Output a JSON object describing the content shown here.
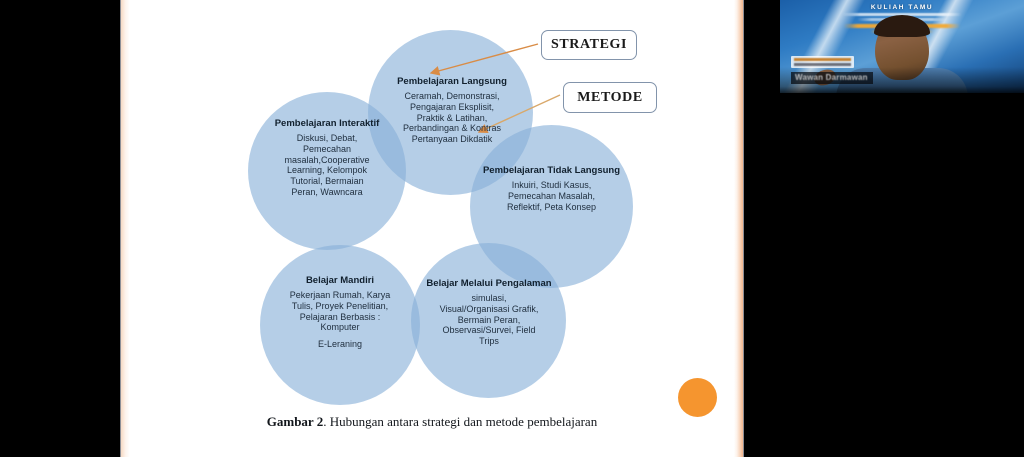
{
  "meta": {
    "screen_bg": "#000000",
    "slide_bg": "#ffffff",
    "circle_fill": "#88b0d8",
    "accent_orange": "#f5952f",
    "border_peach": "#f2b48b"
  },
  "slide": {
    "caption_bold": "Gambar 2",
    "caption_rest": ". Hubungan antara strategi dan metode pembelajaran",
    "callouts": [
      {
        "name": "strategi",
        "label": "STRATEGI"
      },
      {
        "name": "metode",
        "label": "METODE"
      }
    ],
    "circles": [
      {
        "id": "interaktif",
        "heading": "Pembelajaran Interaktif",
        "lines": [
          "Diskusi, Debat,",
          "Pemecahan",
          "masalah,Cooperative",
          "Learning, Kelompok",
          "Tutorial, Bermaian",
          "Peran, Wawncara"
        ]
      },
      {
        "id": "langsung",
        "heading": "Pembelajaran Langsung",
        "lines": [
          "Ceramah, Demonstrasi,",
          "Pengajaran Eksplisit,",
          "Praktik & Latihan,",
          "Perbandingan & Kontras",
          "Pertanyaan Dikdatik"
        ]
      },
      {
        "id": "tidak-langsung",
        "heading": "Pembelajaran  Tidak Langsung",
        "lines": [
          "Inkuiri, Studi Kasus,",
          "Pemecahan Masalah,",
          "Reflektif, Peta Konsep"
        ]
      },
      {
        "id": "mandiri",
        "heading": "Belajar Mandiri",
        "lines": [
          "Pekerjaan Rumah, Karya",
          "Tulis, Proyek Penelitian,",
          "Pelajaran Berbasis :",
          "Komputer",
          "",
          "E-Leraning"
        ]
      },
      {
        "id": "pengalaman",
        "heading": "Belajar Melalui Pengalaman",
        "lines": [
          "simulasi,",
          "Visual/Organisasi Grafik,",
          "Bermain Peran,",
          "Observasi/Survei, Field",
          "Trips"
        ]
      }
    ]
  },
  "webcam": {
    "banner_title": "KULIAH TAMU",
    "speaker_name": "Wawan Darmawan"
  }
}
